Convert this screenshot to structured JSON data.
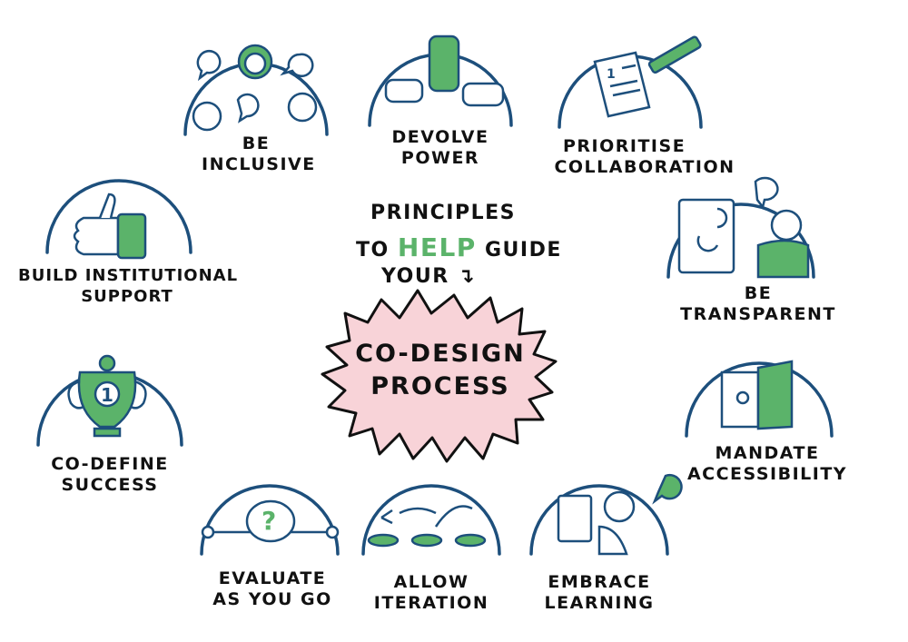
{
  "title": {
    "line1": "principles",
    "line2_before": "to",
    "line2_highlight": "HELP",
    "line2_after": "guide",
    "line3": "your",
    "arrow": "↴"
  },
  "center": {
    "line1": "CO-DESIGN",
    "line2": "PROCESS"
  },
  "principles": {
    "be_inclusive": {
      "line1": "BE",
      "line2": "inclusive"
    },
    "devolve_power": {
      "line1": "devolve",
      "line2": "power"
    },
    "prioritise_collaboration": {
      "line1": "prioritise",
      "line2": "collaboration"
    },
    "be_transparent": {
      "line1": "BE",
      "line2": "TRANSPARENT"
    },
    "mandate_accessibility": {
      "line1": "mandate",
      "line2": "accessibility"
    },
    "embrace_learning": {
      "line1": "Embrace",
      "line2": "Learning"
    },
    "allow_iteration": {
      "line1": "Allow",
      "line2": "iteration"
    },
    "evaluate_as_you_go": {
      "line1": "evaluate",
      "line2": "as you go"
    },
    "co_define_success": {
      "line1": "co-define",
      "line2": "success"
    },
    "build_institutional_support": {
      "line1": "Build institutional",
      "line2": "support"
    }
  },
  "trophy_number": "1",
  "question_mark": "?",
  "document_number": "1",
  "colors": {
    "navy": "#1d4f7c",
    "green": "#5bb36a",
    "pink": "#f8d3d8",
    "ink": "#111111"
  },
  "icons": [
    "speech-bubble-icon",
    "person-face-icon",
    "hands-icon",
    "document-pencil-icon",
    "person-reading-icon",
    "door-icon",
    "person-holding-book-icon",
    "stepping-stones-icon",
    "question-timeline-icon",
    "trophy-icon",
    "thumbs-up-icon"
  ]
}
